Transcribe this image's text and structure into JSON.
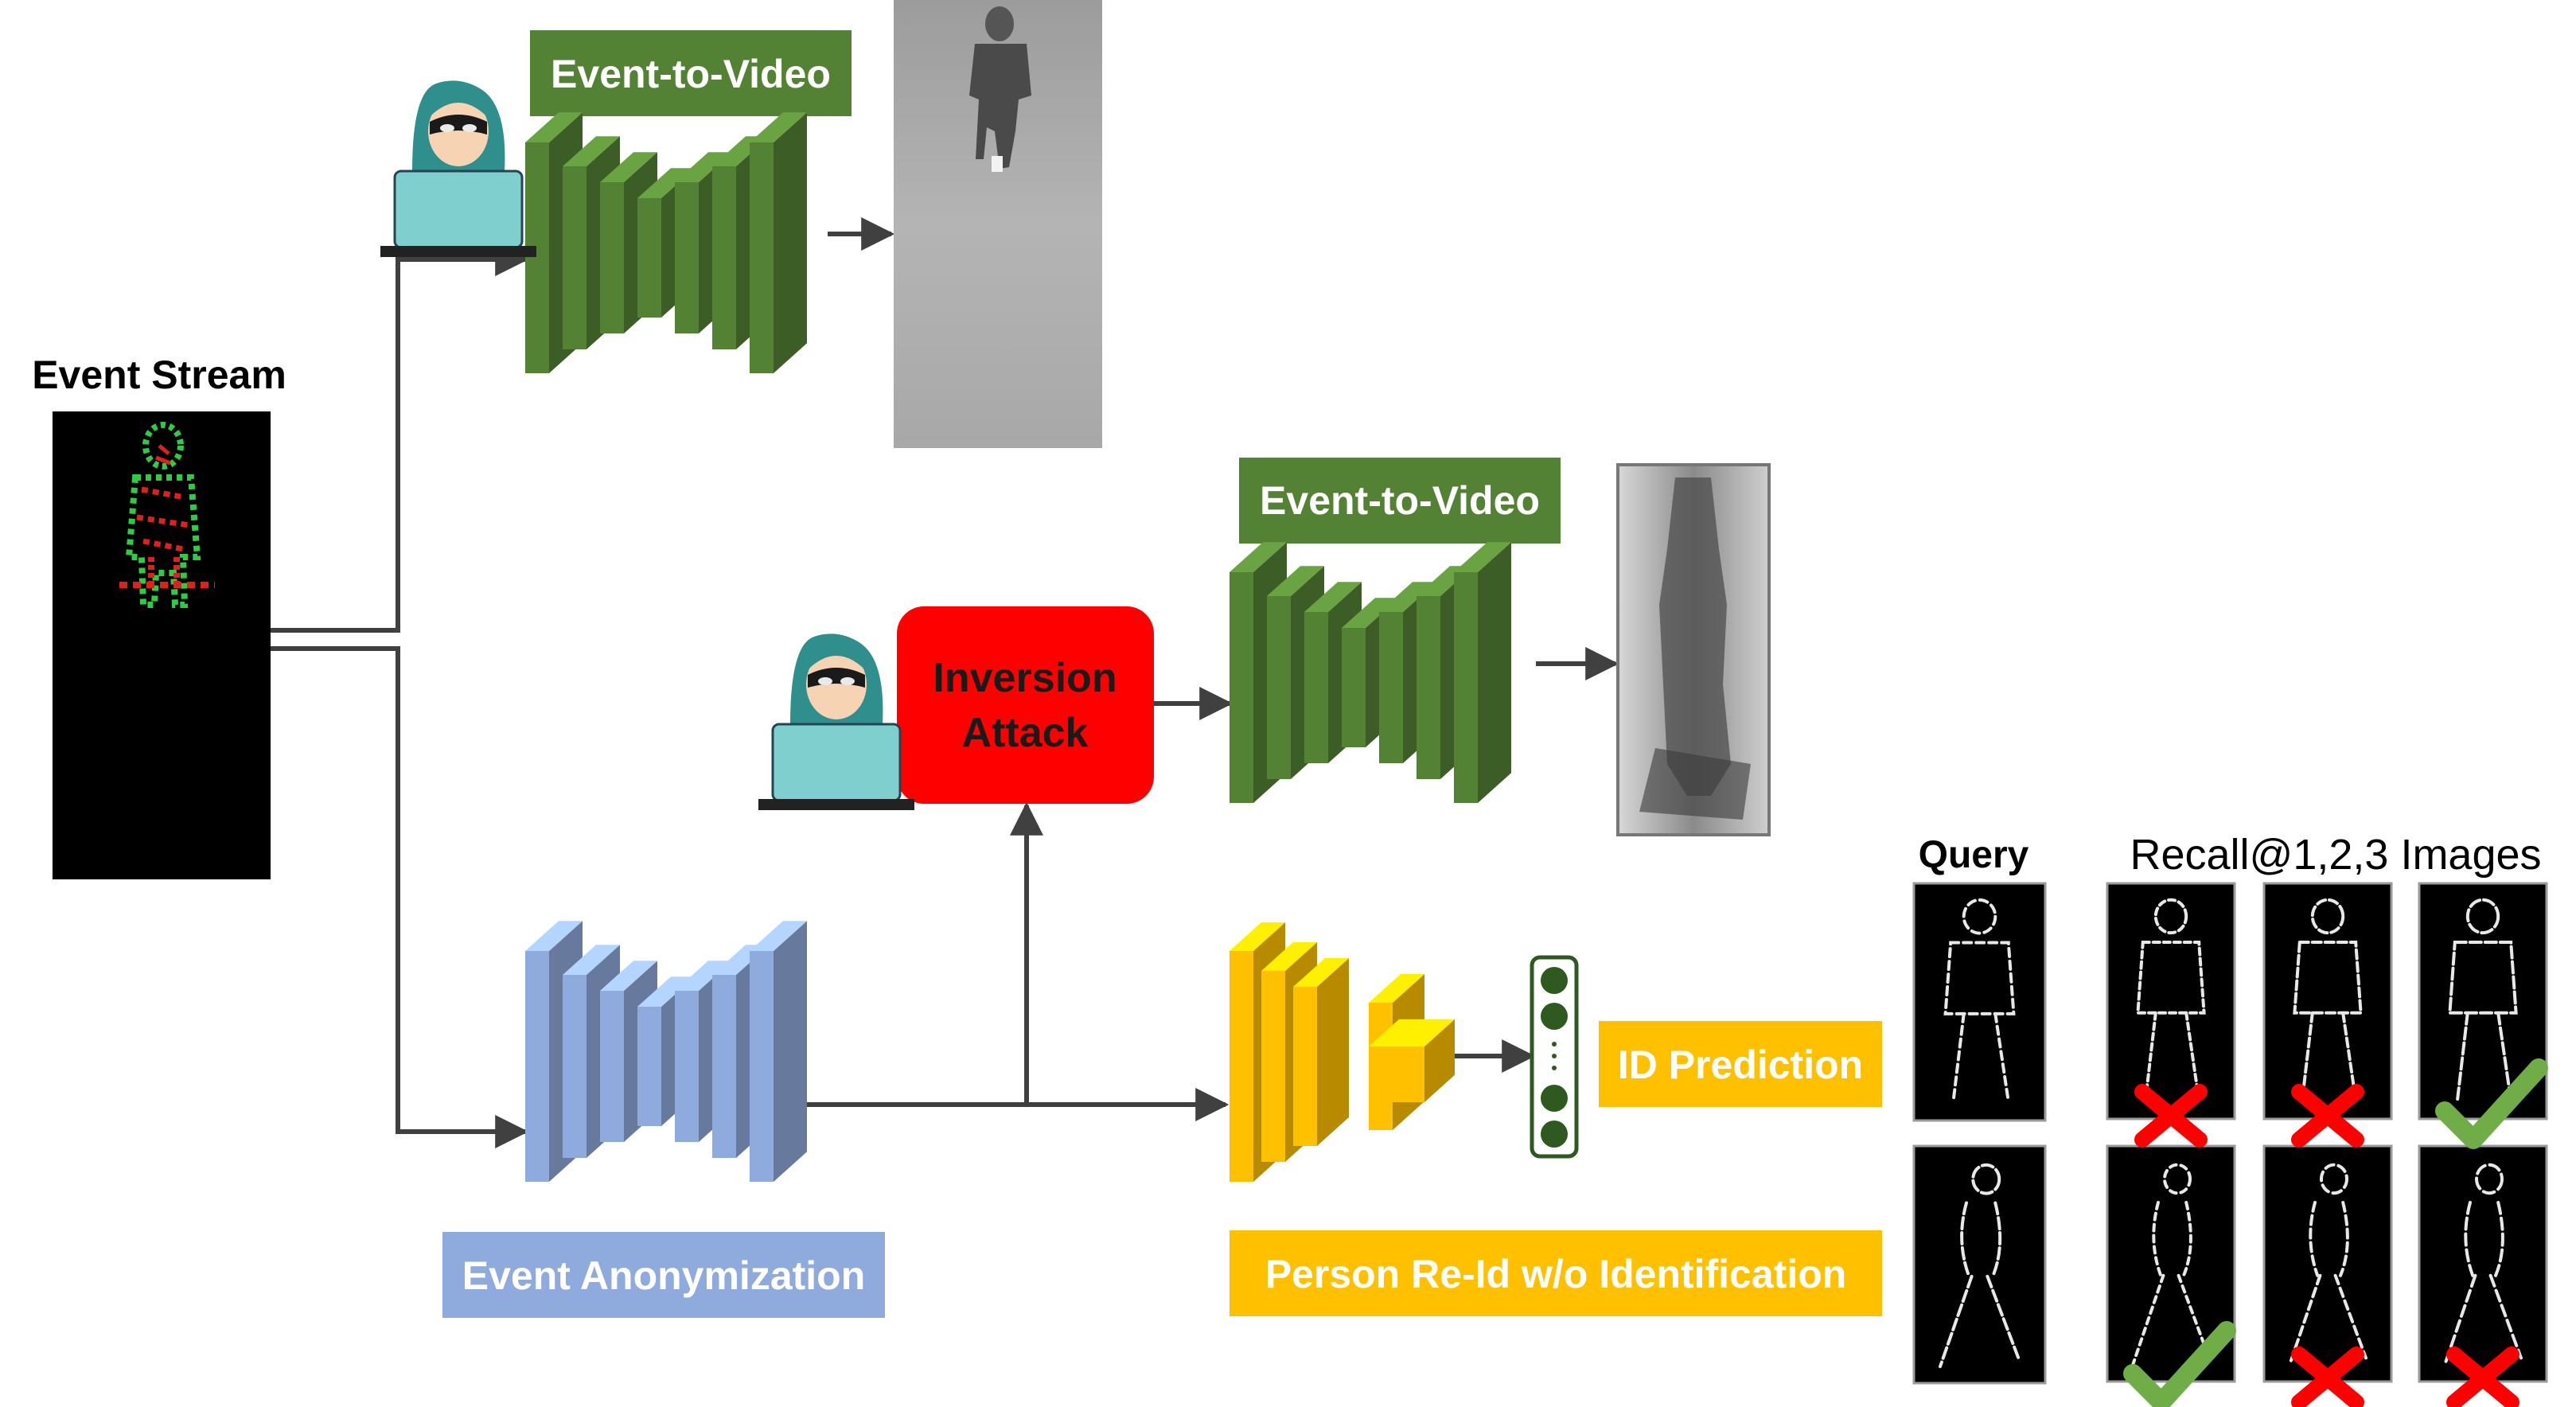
{
  "labels": {
    "event_stream": "Event Stream",
    "e2v_top": "Event-to-Video",
    "e2v_mid": "Event-to-Video",
    "inversion_line1": "Inversion",
    "inversion_line2": "Attack",
    "event_anonymization": "Event Anonymization",
    "id_prediction": "ID Prediction",
    "person_reid": "Person Re-Id w/o Identification",
    "query": "Query",
    "recall": "Recall@1,2,3 Images"
  },
  "colors": {
    "green_block": "#548235",
    "green_block_dark": "#3f6a27",
    "green_label": "#548235",
    "blue_block": "#8faadc",
    "blue_label": "#8faadc",
    "yellow_block": "#ffc000",
    "yellow_label": "#ffc000",
    "red_box": "#ff0000",
    "arrow": "#404040",
    "check": "#70ad47",
    "cross": "#ff0000"
  },
  "icons": {
    "attacker": "hacker-icon",
    "check": "check-icon",
    "cross": "cross-icon"
  },
  "retrieval": {
    "row1": [
      "cross",
      "cross",
      "check"
    ],
    "row2": [
      "check",
      "cross",
      "cross"
    ]
  }
}
